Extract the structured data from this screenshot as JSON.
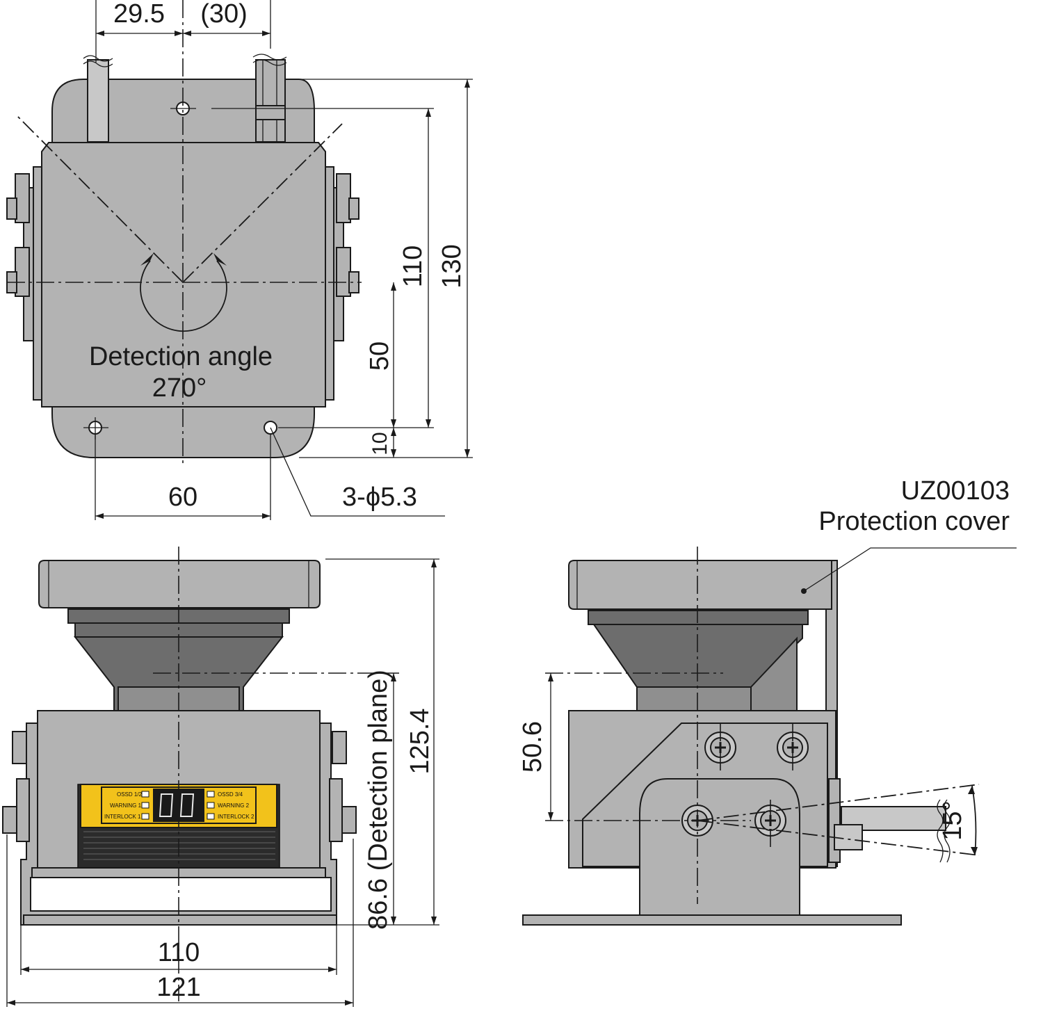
{
  "top_view": {
    "dim_cable_left": "29.5",
    "dim_cable_right": "(30)",
    "dim_110": "110",
    "dim_130": "130",
    "dim_50": "50",
    "dim_10": "10",
    "dim_60": "60",
    "hole_spec": "3-ϕ5.3",
    "angle_label": "Detection angle",
    "angle_value": "270°"
  },
  "front_view": {
    "dim_125_4": "125.4",
    "dim_86_6": "86.6 (Detection plane)",
    "dim_110": "110",
    "dim_121": "121",
    "panel": {
      "ossd12": "OSSD 1/2",
      "warning1": "WARNING 1",
      "interlock1": "INTERLOCK 1",
      "ossd34": "OSSD 3/4",
      "warning2": "WARNING 2",
      "interlock2": "INTERLOCK 2"
    }
  },
  "side_view": {
    "dim_50_6": "50.6",
    "dim_15": "15°",
    "part_number": "UZ00103",
    "part_name": "Protection cover"
  },
  "colors": {
    "body_gray": "#b3b3b3",
    "dark_gray": "#6d6d6d",
    "label_yellow": "#f2c21b"
  }
}
